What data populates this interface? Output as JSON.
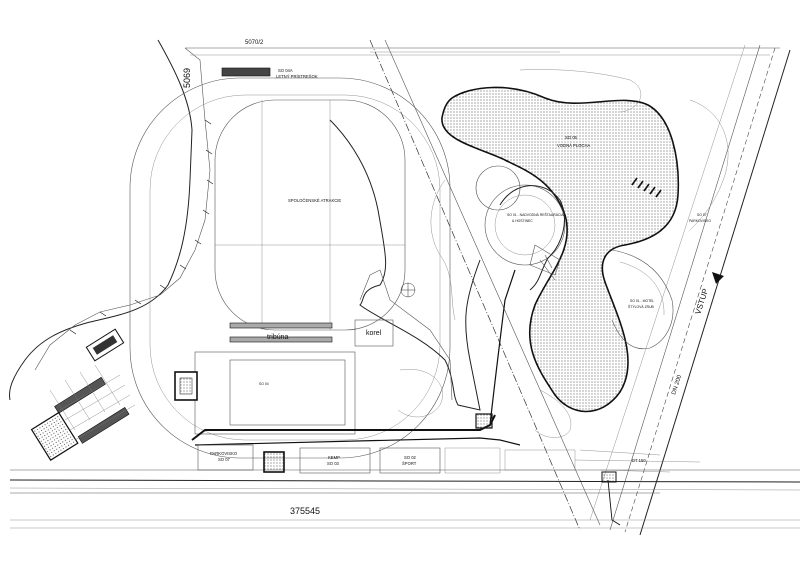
{
  "plan": {
    "labels": {
      "top_parcel": "5070/2",
      "left_parcel": "5069",
      "bottom_parcel": "375545",
      "so04a": "SO 04A",
      "letny_pristresok": "LETNÝ PRÍSTREŠOK",
      "spolocenske_atrakcie": "SPOLOČENSKÉ ATRAKCIE",
      "tribuna": "tribúna",
      "korel": "korel",
      "vodna_plocha_so": "SO 05",
      "vodna_plocha": "VODNÁ PLOCHA",
      "so07": "SO 07",
      "parkovisko": "PARKOVISKO",
      "so04": "SO 04",
      "kemp_so03": "SO 03",
      "kemp": "KEMP",
      "so02": "SO 02",
      "sport": "ŠPORT",
      "parkovisko_so07b": "PARKOVISKO",
      "so07b": "SO 07",
      "vstup": "VSTUP",
      "dn": "DN 200",
      "so_motel": "SO 01 - MOTEL",
      "hotel": "ŠTÝLOVÁ ZRUB",
      "nadvody": "SO 01 - NADVODNÁ REŠTAURÁCIA",
      "hostinec": "& HOSTINEC",
      "dt": "DT 150"
    }
  }
}
